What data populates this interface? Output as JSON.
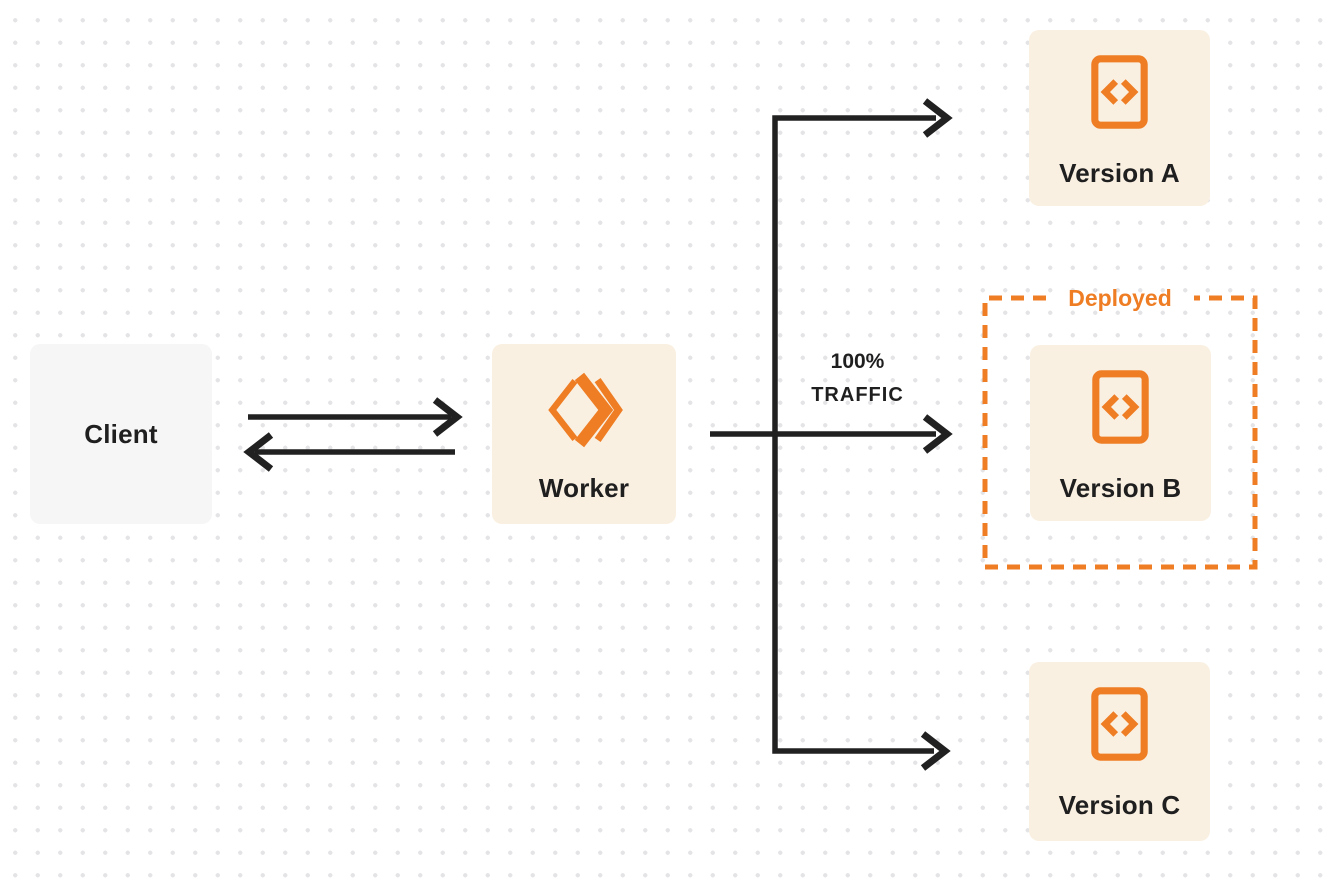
{
  "colors": {
    "bg": "#FFFFFF",
    "dot": "#E4E4E7",
    "text": "#1F1F1F",
    "arrow": "#212121",
    "orange": "#EE7D24",
    "cream": "#FAF0E2",
    "client_bg": "#F6F6F7"
  },
  "nodes": {
    "client": {
      "label": "Client"
    },
    "worker": {
      "label": "Worker",
      "icon": "cloudflare-workers-logo-icon"
    },
    "versions": [
      {
        "label": "Version A",
        "icon": "code-file-icon",
        "deployed": false
      },
      {
        "label": "Version B",
        "icon": "code-file-icon",
        "deployed": true
      },
      {
        "label": "Version C",
        "icon": "code-file-icon",
        "deployed": false
      }
    ]
  },
  "annotations": {
    "deployed_label": "Deployed",
    "traffic_line1": "100%",
    "traffic_line2": "TRAFFIC"
  }
}
